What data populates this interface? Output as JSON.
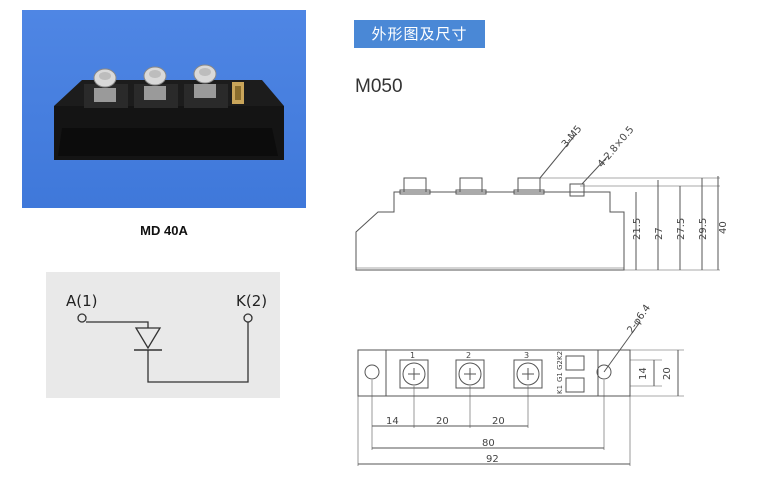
{
  "left": {
    "product_caption": "MD 40A",
    "schematic": {
      "anode_label": "A(1)",
      "cathode_label": "K(2)"
    }
  },
  "right": {
    "section_title": "外形图及尺寸",
    "model_name": "M050",
    "side_view": {
      "screw_note": "3-M5",
      "tab_note": "4-2.8×0.5",
      "dims": [
        "21.5",
        "27",
        "27.5",
        "29.5",
        "40"
      ]
    },
    "top_view": {
      "hole_note": "2-φ6.4",
      "terminal_labels": [
        "1",
        "2",
        "3"
      ],
      "gate_pins": [
        "K1",
        "G1",
        "G2",
        "K2"
      ],
      "height_dims": [
        "14",
        "20"
      ],
      "bottom_dims": [
        "14",
        "20",
        "20"
      ],
      "dim_80": "80",
      "dim_92": "92"
    }
  }
}
